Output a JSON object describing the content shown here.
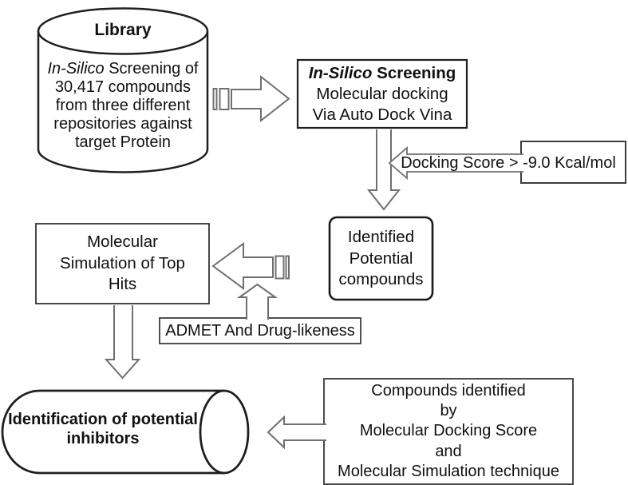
{
  "diagram": {
    "library": {
      "title": "Library",
      "line1_italic": "In-Silico",
      "line1_rest": " Screening of",
      "lines": [
        "30,417 compounds",
        "from three different",
        "repositories against",
        "target Protein"
      ]
    },
    "screening": {
      "title_italic": "In-Silico",
      "title_rest": " Screening",
      "lines": [
        "Molecular docking",
        "Via Auto Dock Vina"
      ]
    },
    "docking_score": {
      "label": "Docking Score > -9.0 Kcal/mol"
    },
    "identified": {
      "lines": [
        "Identified",
        "Potential",
        "compounds"
      ]
    },
    "simulation": {
      "lines": [
        "Molecular",
        "Simulation of Top",
        "Hits"
      ]
    },
    "admet": {
      "label": "ADMET And Drug-likeness"
    },
    "inhibitors": {
      "lines": [
        "Identification of potential",
        "inhibitors"
      ]
    },
    "compounds": {
      "lines": [
        "Compounds identified",
        "by",
        "Molecular Docking Score",
        "and",
        "Molecular Simulation technique"
      ]
    },
    "colors": {
      "background": "#ffffff",
      "text": "#111111",
      "primary_border": "#1f1f1f",
      "secondary_border": "#3d3d3d",
      "arrow_outline": "#6f6f6f"
    }
  }
}
